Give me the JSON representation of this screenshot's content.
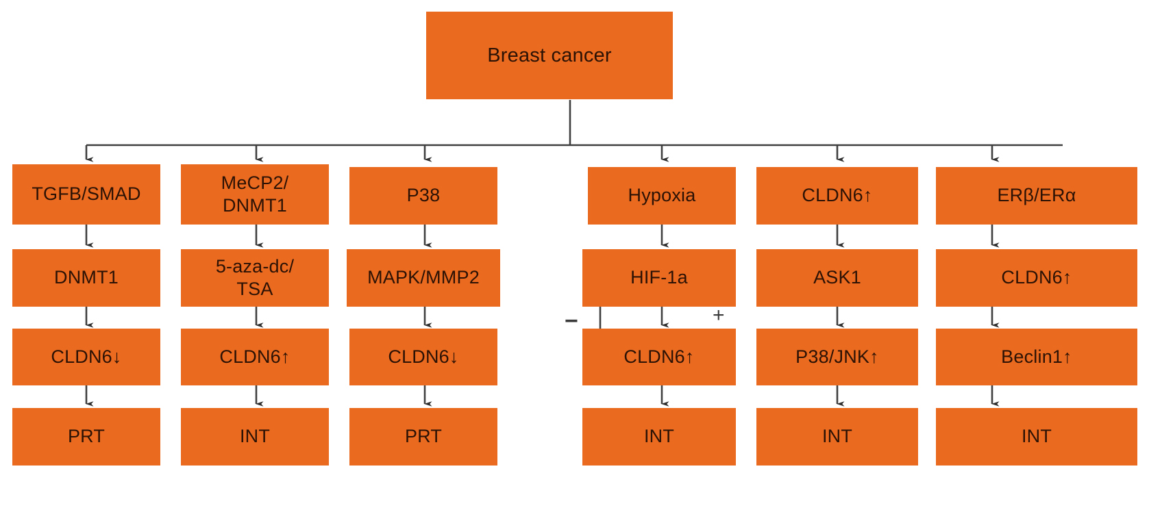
{
  "diagram": {
    "title_node": {
      "label": "Breast cancer"
    },
    "branches": [
      {
        "id": "branch-tgfb",
        "steps": [
          {
            "label": "TGFB/SMAD"
          },
          {
            "label": "DNMT1"
          },
          {
            "label": "CLDN6↓"
          },
          {
            "label": "PRT"
          }
        ]
      },
      {
        "id": "branch-mecp2",
        "steps": [
          {
            "label": "MeCP2/\nDNMT1"
          },
          {
            "label": "5-aza-dc/\nTSA"
          },
          {
            "label": "CLDN6↑"
          },
          {
            "label": "INT"
          }
        ]
      },
      {
        "id": "branch-p38",
        "steps": [
          {
            "label": "P38"
          },
          {
            "label": "MAPK/MMP2"
          },
          {
            "label": "CLDN6↓"
          },
          {
            "label": "PRT"
          }
        ]
      },
      {
        "id": "branch-hypoxia",
        "steps": [
          {
            "label": "Hypoxia"
          },
          {
            "label": "HIF-1a"
          },
          {
            "label": "CLDN6↑"
          },
          {
            "label": "INT"
          }
        ]
      },
      {
        "id": "branch-cldn6",
        "steps": [
          {
            "label": "CLDN6↑"
          },
          {
            "label": "ASK1"
          },
          {
            "label": "P38/JNK↑"
          },
          {
            "label": "INT"
          }
        ]
      },
      {
        "id": "branch-er",
        "steps": [
          {
            "label": "ERβ/ERα"
          },
          {
            "label": "CLDN6↑"
          },
          {
            "label": "Beclin1↑"
          },
          {
            "label": "INT"
          }
        ]
      }
    ],
    "annotations": [
      {
        "id": "negative-feedback-sign",
        "label": "−"
      },
      {
        "id": "positive-regulation-sign",
        "label": "+"
      }
    ],
    "colors": {
      "node_fill": "#ea6a20",
      "node_text": "#2b1205",
      "connector": "#3f3f3f",
      "background": "#ffffff"
    }
  }
}
